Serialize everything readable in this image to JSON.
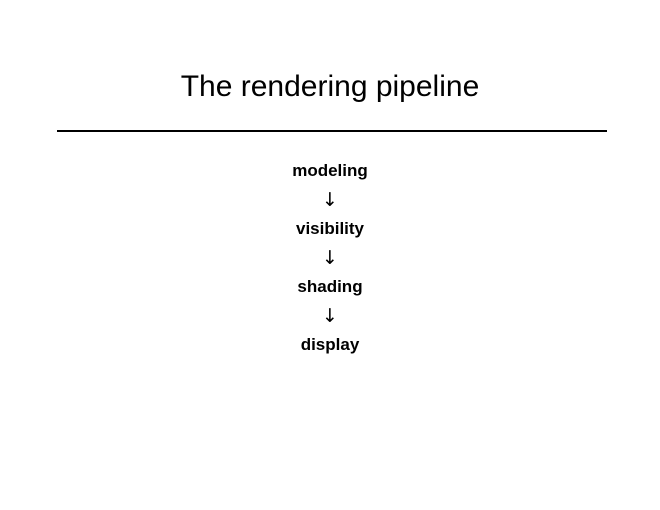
{
  "slide": {
    "title": "The rendering pipeline",
    "background_color": "#ffffff",
    "text_color": "#000000",
    "rule_color": "#000000"
  },
  "pipeline": {
    "arrow_glyph": "↓",
    "stages": [
      {
        "label": "modeling"
      },
      {
        "label": "visibility"
      },
      {
        "label": "shading"
      },
      {
        "label": "display"
      }
    ]
  }
}
